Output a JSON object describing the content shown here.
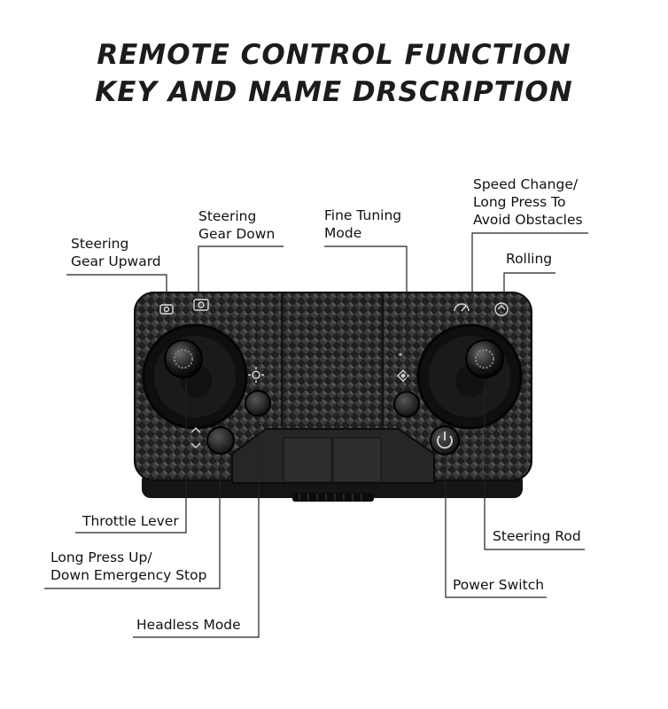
{
  "title": {
    "line1": "REMOTE CONTROL FUNCTION",
    "line2": "KEY AND NAME DRSCRIPTION"
  },
  "labels": {
    "steering_gear_upward": [
      "Steering",
      "Gear Upward"
    ],
    "steering_gear_down": [
      "Steering",
      "Gear Down"
    ],
    "fine_tuning_mode": [
      "Fine Tuning",
      "Mode"
    ],
    "speed_change": [
      "Speed Change/",
      "Long Press To",
      "Avoid Obstacles"
    ],
    "rolling": [
      "Rolling"
    ],
    "throttle_lever": [
      "Throttle Lever"
    ],
    "emergency_stop": [
      "Long Press Up/",
      "Down Emergency Stop"
    ],
    "headless_mode": [
      "Headless Mode"
    ],
    "steering_rod": [
      "Steering Rod"
    ],
    "power_switch": [
      "Power Switch"
    ]
  },
  "colors": {
    "controller_body": "#1e1e1e",
    "controller_texture": "#3a3a3a",
    "leader_line": "#222222"
  },
  "icons": [
    "camera-icon",
    "photo-icon",
    "speed-icon",
    "roll-360-icon",
    "trim-icon",
    "headless-icon",
    "altitude-icon",
    "power-icon"
  ]
}
